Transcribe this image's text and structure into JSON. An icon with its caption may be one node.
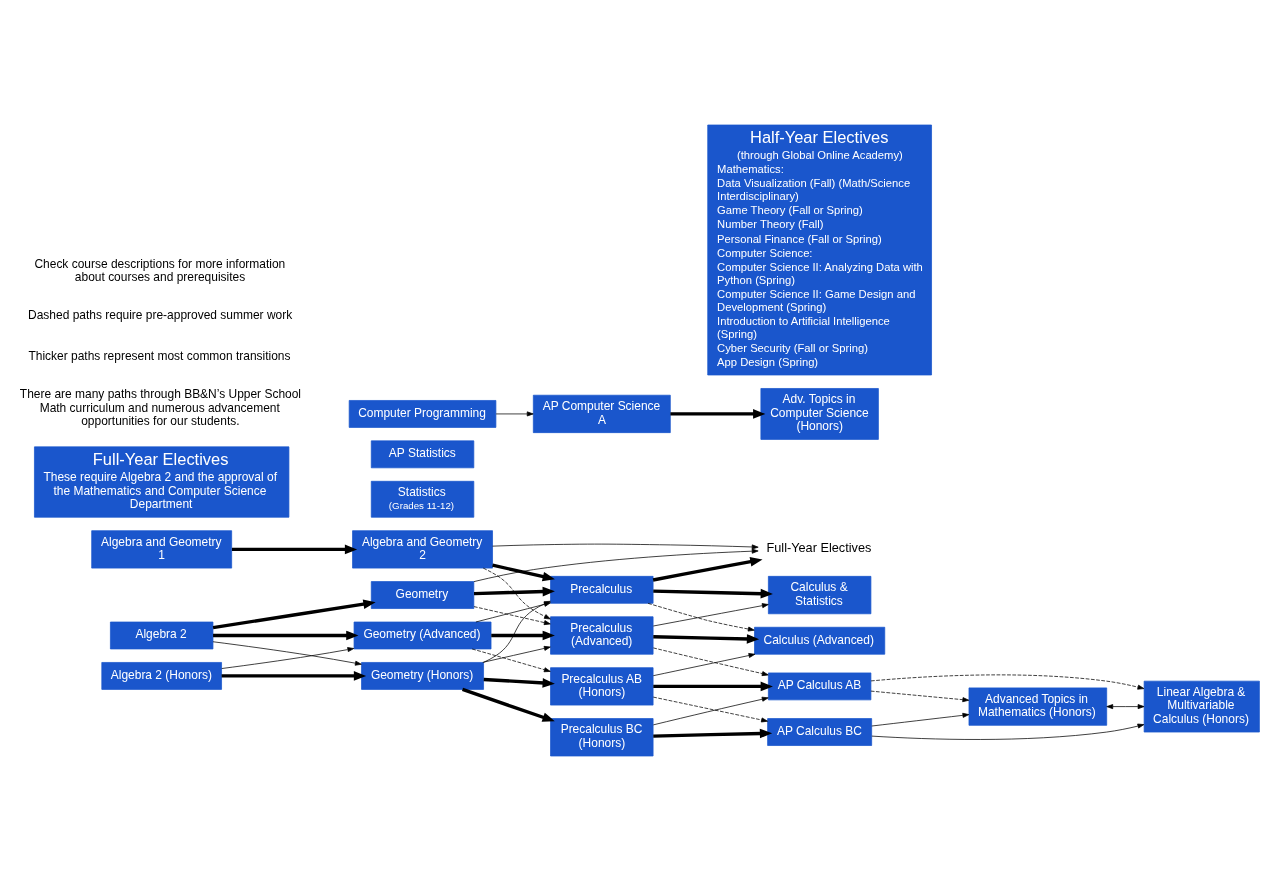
{
  "diagram": {
    "nodes": [
      {
        "text": [
          "Algebra and Geometry 1"
        ]
      },
      {
        "text": [
          "Algebra 2"
        ]
      },
      {
        "text": [
          "Algebra 2 (Honors)"
        ]
      },
      {
        "text": [
          "Algebra and Geometry 2"
        ]
      },
      {
        "text": [
          "Geometry"
        ]
      },
      {
        "text": [
          "Geometry (Advanced)"
        ]
      },
      {
        "text": [
          "Geometry (Honors)"
        ]
      },
      {
        "text": [
          "Precalculus"
        ]
      },
      {
        "text": [
          "Precalculus (Advanced)"
        ]
      },
      {
        "text": [
          "Precalculus AB (Honors)"
        ]
      },
      {
        "text": [
          "Precalculus BC (Honors)"
        ]
      },
      {
        "text": [
          "Full-Year Electives"
        ]
      },
      {
        "text": [
          "Calculus & Statistics"
        ]
      },
      {
        "text": [
          "Calculus (Advanced)"
        ]
      },
      {
        "text": [
          "AP Calculus AB"
        ]
      },
      {
        "text": [
          "AP Calculus BC"
        ]
      },
      {
        "text": [
          "Advanced Topics in Mathematics (Honors)"
        ]
      },
      {
        "text": [
          "Linear Algebra & Multivariable Calculus (Honors)"
        ]
      },
      {
        "text": [
          "Full-Year Electives",
          "These require Algebra 2 and the approval of the Mathematics and Computer Science Department"
        ]
      },
      {
        "text": [
          "Statistics",
          "(Grades 11-12)"
        ]
      },
      {
        "text": [
          "AP Statistics"
        ]
      },
      {
        "text": [
          "Computer Programming"
        ]
      },
      {
        "text": [
          "AP Computer Science A"
        ]
      },
      {
        "text": [
          "Adv. Topics in Computer Science (Honors)"
        ]
      },
      {
        "text": [
          "Half-Year Electives",
          "(through Global Online Academy)",
          "Mathematics:",
          "Data Visualization (Fall) (Math/Science Interdisciplinary)",
          "Game Theory (Fall or Spring)",
          "Number Theory (Fall)",
          "Personal Finance (Fall or Spring)",
          "Computer Science:",
          "Computer Science II: Analyzing Data with Python (Spring)",
          "Computer Science II: Game Design and Development (Spring)",
          "Introduction to Artificial Intelligence (Spring)",
          "Cyber Security (Fall or Spring)",
          "App Design (Spring)"
        ]
      }
    ],
    "edges": [
      {
        "from": 0,
        "to": 3,
        "arrow": "to",
        "style": "thick"
      },
      {
        "from": 1,
        "to": 4,
        "arrow": "to",
        "style": "thick"
      },
      {
        "from": 1,
        "to": 5,
        "arrow": "to",
        "style": "thick"
      },
      {
        "from": 1,
        "to": 6,
        "arrow": "to"
      },
      {
        "from": 2,
        "to": 5,
        "arrow": "to"
      },
      {
        "from": 2,
        "to": 6,
        "arrow": "to",
        "style": "thick"
      },
      {
        "from": 3,
        "to": 11,
        "arrow": "to"
      },
      {
        "from": 3,
        "to": 7,
        "arrow": "to",
        "style": "thick"
      },
      {
        "from": 3,
        "to": 8,
        "arrow": "to",
        "style": "dashed"
      },
      {
        "from": 4,
        "to": 11,
        "arrow": "to"
      },
      {
        "from": 4,
        "to": 7,
        "arrow": "to",
        "style": "thick"
      },
      {
        "from": 4,
        "to": 8,
        "arrow": "to",
        "style": "dashed"
      },
      {
        "from": 5,
        "to": 7,
        "arrow": "to"
      },
      {
        "from": 5,
        "to": 8,
        "arrow": "to",
        "style": "thick"
      },
      {
        "from": 5,
        "to": 9,
        "arrow": "to",
        "style": "dashed"
      },
      {
        "from": 6,
        "to": 7,
        "arrow": "to"
      },
      {
        "from": 6,
        "to": 8,
        "arrow": "to"
      },
      {
        "from": 6,
        "to": 9,
        "arrow": "to",
        "style": "thick"
      },
      {
        "from": 6,
        "to": 10,
        "arrow": "to",
        "style": "thick"
      },
      {
        "from": 7,
        "to": 11,
        "arrow": "to",
        "style": "thick"
      },
      {
        "from": 7,
        "to": 12,
        "arrow": "to",
        "style": "thick"
      },
      {
        "from": 7,
        "to": 13,
        "arrow": "to",
        "style": "dashed"
      },
      {
        "from": 8,
        "to": 12,
        "arrow": "to"
      },
      {
        "from": 8,
        "to": 13,
        "arrow": "to",
        "style": "thick"
      },
      {
        "from": 8,
        "to": 14,
        "arrow": "to",
        "style": "dashed"
      },
      {
        "from": 9,
        "to": 13,
        "arrow": "to"
      },
      {
        "from": 9,
        "to": 14,
        "arrow": "to",
        "style": "thick"
      },
      {
        "from": 9,
        "to": 15,
        "arrow": "to",
        "style": "dashed"
      },
      {
        "from": 10,
        "to": 14,
        "arrow": "to"
      },
      {
        "from": 10,
        "to": 15,
        "arrow": "to",
        "style": "thick"
      },
      {
        "from": 14,
        "to": 16,
        "arrow": "to",
        "style": "dashed"
      },
      {
        "from": 14,
        "to": 17,
        "arrow": "to",
        "style": "dashed"
      },
      {
        "from": 15,
        "to": 16,
        "arrow": "to"
      },
      {
        "from": 15,
        "to": 17,
        "arrow": "to"
      },
      {
        "from": 16,
        "to": 17,
        "arrow": "both"
      },
      {
        "from": 21,
        "to": 22,
        "arrow": "to"
      },
      {
        "from": 22,
        "to": 23,
        "arrow": "to",
        "style": "thick"
      }
    ],
    "labels": [
      "There are many paths through BB&N’s Upper School Math curriculum and numerous advancement opportunities for our students.",
      "Thicker paths represent most common transitions",
      "Dashed paths require pre-approved summer work",
      "Check course descriptions for more information about courses and prerequisites"
    ]
  }
}
